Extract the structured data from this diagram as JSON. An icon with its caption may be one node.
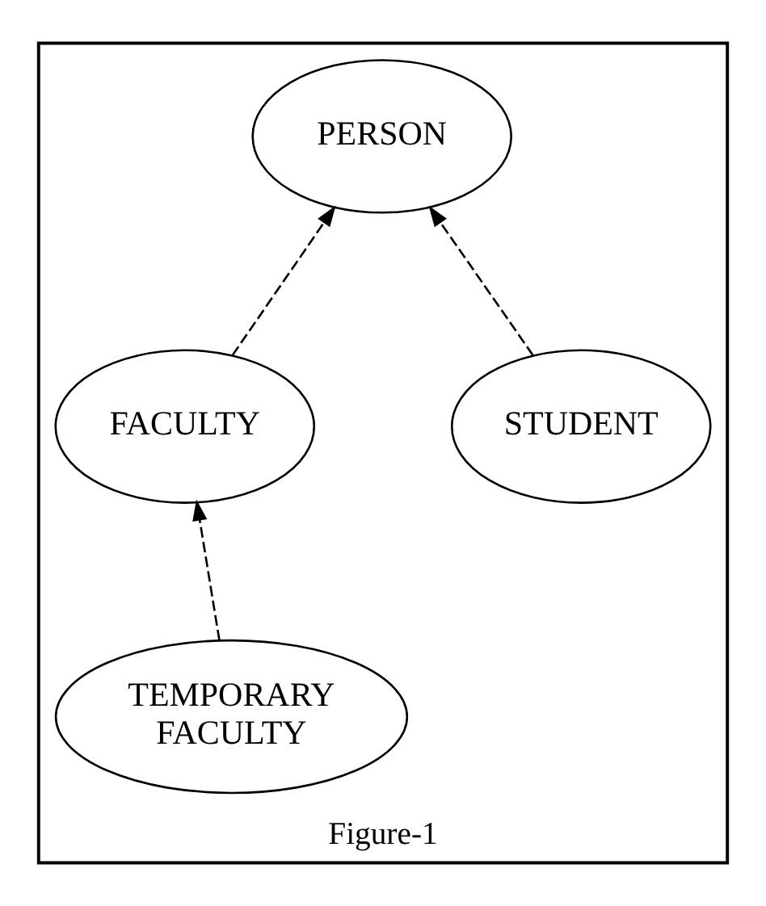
{
  "diagram": {
    "nodes": [
      {
        "text": [
          "Figure-1"
        ]
      },
      {
        "text": [
          "PERSON"
        ],
        "in": 0
      },
      {
        "text": [
          "FACULTY"
        ],
        "in": 0
      },
      {
        "text": [
          "STUDENT"
        ],
        "in": 0
      },
      {
        "text": [
          "TEMPORARY FACULTY"
        ],
        "in": 0
      }
    ],
    "edges": [
      {
        "from": 2,
        "to": 1,
        "arrow": "to",
        "style": "dashed"
      },
      {
        "from": 3,
        "to": 1,
        "arrow": "to",
        "style": "dashed"
      },
      {
        "from": 4,
        "to": 2,
        "arrow": "to",
        "style": "dashed"
      }
    ]
  }
}
